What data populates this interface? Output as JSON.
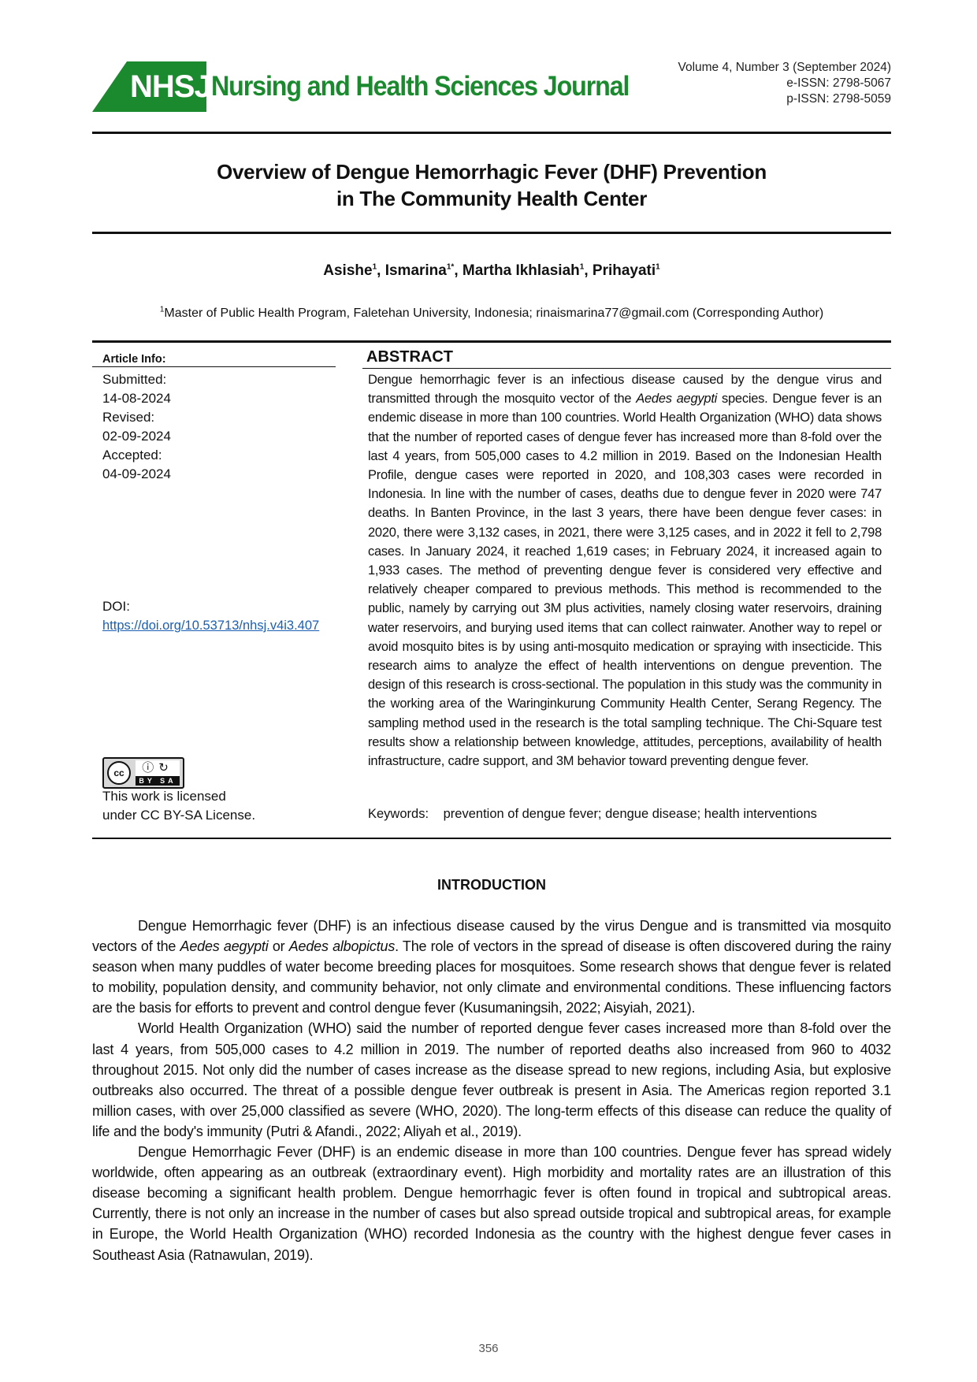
{
  "header": {
    "logo_abbr": "NHSJ",
    "logo_name": "Nursing and Health Sciences Journal",
    "volume": "Volume 4, Number 3 (September 2024)",
    "eissn": "e-ISSN: 2798-5067",
    "pissn": "p-ISSN: 2798-5059",
    "brand_color": "#1b8a2f"
  },
  "title_line1": "Overview of Dengue Hemorrhagic Fever (DHF) Prevention",
  "title_line2": "in The Community Health Center",
  "authors": [
    {
      "name": "Asishe",
      "sup": "1",
      "sep": ", "
    },
    {
      "name": "Ismarina",
      "sup": "1*",
      "sep": ", "
    },
    {
      "name": "Martha Ikhlasiah",
      "sup": "1",
      "sep": ", "
    },
    {
      "name": "Prihayati",
      "sup": "1",
      "sep": ""
    }
  ],
  "affiliation": {
    "sup": "1",
    "text": "Master of Public Health Program, Faletehan University, Indonesia; rinaismarina77@gmail.com (Corresponding Author)"
  },
  "article_info": {
    "heading": "Article Info:",
    "submitted_label": "Submitted:",
    "submitted": "14-08-2024",
    "revised_label": "Revised:",
    "revised": "02-09-2024",
    "accepted_label": "Accepted:",
    "accepted": "04-09-2024",
    "doi_label": "DOI:",
    "doi": "https://doi.org/10.53713/nhsj.v4i3.407",
    "cc_text": "cc",
    "cc_sub": "BY SA",
    "license_line1": "This work is licensed",
    "license_line2": "under CC BY-SA License."
  },
  "abstract": {
    "heading": "ABSTRACT",
    "before_italic": "Dengue hemorrhagic fever is an infectious disease caused by the dengue virus and transmitted through the mosquito vector of the ",
    "italic": "Aedes aegypti",
    "after_italic": " species. Dengue fever is an endemic disease in more than 100 countries. World Health Organization (WHO) data shows that the number of reported cases of dengue fever has increased more than 8-fold over the last 4 years, from 505,000 cases to 4.2 million in 2019. Based on the Indonesian Health Profile, dengue cases were reported in 2020, and 108,303 cases were recorded in Indonesia. In line with the number of cases, deaths due to dengue fever in 2020 were 747 deaths. In Banten Province, in the last 3 years, there have been dengue fever cases: in 2020, there were 3,132 cases, in 2021, there were 3,125 cases, and in 2022 it fell to 2,798 cases. In January 2024, it reached 1,619 cases; in February 2024, it increased again to 1,933 cases. The method of preventing dengue fever is considered very effective and relatively cheaper compared to previous methods. This method is recommended to the public, namely by carrying out 3M plus activities, namely closing water reservoirs, draining water reservoirs, and burying used items that can collect rainwater. Another way to repel or avoid mosquito bites is by using anti-mosquito medication or spraying with insecticide. This research aims to analyze the effect of health interventions on dengue prevention. The design of this research is cross-sectional. The population in this study was the community in the working area of the Waringinkurung Community Health Center, Serang Regency. The sampling method used in the research is the total sampling technique. The Chi-Square test results show a relationship between knowledge, attitudes, perceptions, availability of health infrastructure, cadre support, and 3M behavior toward preventing dengue fever.",
    "keywords_label": "Keywords:",
    "keywords": "prevention of dengue fever; dengue disease; health interventions"
  },
  "introduction": {
    "heading": "INTRODUCTION",
    "p1_a": "Dengue Hemorrhagic fever (DHF) is an infectious disease caused by the virus Dengue and is transmitted via mosquito vectors of the ",
    "p1_i1": "Aedes aegypti",
    "p1_b": " or ",
    "p1_i2": "Aedes albopictus",
    "p1_c": ". The role of vectors in the spread of disease is often discovered during the rainy season when many puddles of water become breeding places for mosquitoes. Some research shows that dengue fever is related to mobility, population density, and community behavior, not only climate and environmental conditions. These influencing factors are the basis for efforts to prevent and control dengue fever (Kusumaningsih, 2022; Aisyiah, 2021).",
    "p2": "World Health Organization (WHO) said the number of reported dengue fever cases increased more than 8-fold over the last 4 years, from 505,000 cases to 4.2 million in 2019. The number of reported deaths also increased from 960 to 4032 throughout 2015. Not only did the number of cases increase as the disease spread to new regions, including Asia, but explosive outbreaks also occurred. The threat of a possible dengue fever outbreak is present in Asia. The Americas region reported 3.1 million cases, with over 25,000 classified as severe (WHO, 2020). The long-term effects of this disease can reduce the quality of life and the body's immunity (Putri & Afandi., 2022; Aliyah et al., 2019).",
    "p3": "Dengue Hemorrhagic Fever (DHF) is an endemic disease in more than 100 countries. Dengue fever has spread widely worldwide, often appearing as an outbreak (extraordinary event). High morbidity and mortality rates are an illustration of this disease becoming a significant health problem. Dengue hemorrhagic fever is often found in tropical and subtropical areas. Currently, there is not only an increase in the number of cases but also spread outside tropical and subtropical areas, for example in Europe, the World Health Organization (WHO) recorded Indonesia as the country with the highest dengue fever cases in Southeast Asia (Ratnawulan, 2019)."
  },
  "page_number": "356"
}
